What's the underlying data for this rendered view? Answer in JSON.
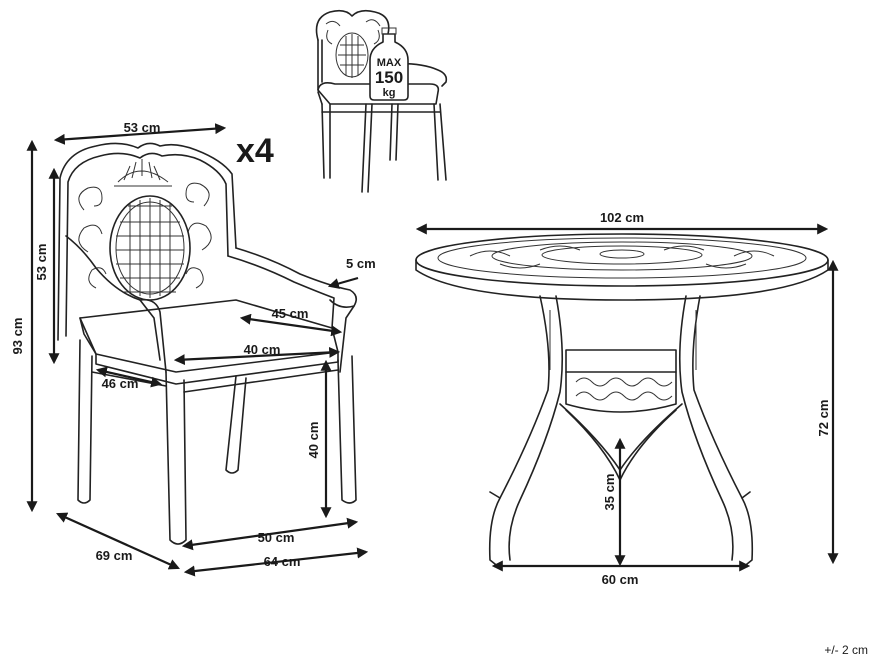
{
  "chair": {
    "quantity": "x4",
    "max_load": {
      "max": "MAX",
      "value": "150",
      "unit": "kg"
    },
    "width_label": "53 cm",
    "back_height_label": "53 cm",
    "total_height_label": "93 cm",
    "armrest_label": "5 cm",
    "seat_depth_label": "45 cm",
    "seat_width_label": "40 cm",
    "seat_side_label": "46 cm",
    "seat_height_label": "40 cm",
    "base_width_label": "50 cm",
    "depth_label": "69 cm",
    "base_depth_label": "64 cm"
  },
  "table": {
    "diameter_label": "102 cm",
    "height_label": "72 cm",
    "clearance_label": "35 cm",
    "base_label": "60 cm"
  },
  "tolerance": "+/- 2 cm"
}
